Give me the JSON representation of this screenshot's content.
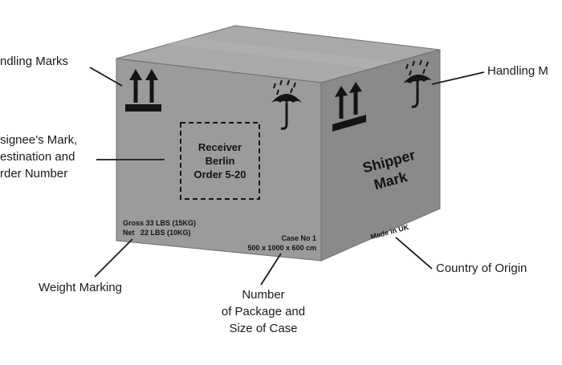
{
  "callouts": {
    "handling_left": "ndling Marks",
    "handling_right": "Handling M",
    "consignee": [
      "signee's Mark,",
      "estination and",
      "rder Number"
    ],
    "weight": "Weight Marking",
    "case_number": [
      "Number",
      "of Package and",
      "Size of Case"
    ],
    "origin": "Country of Origin"
  },
  "box": {
    "receiver": [
      "Receiver",
      "Berlin",
      "Order 5-20"
    ],
    "weight_lines": [
      "Gross 33 LBS (15KG)",
      "Net   22 LBS (10KG)"
    ],
    "case_lines": [
      "Case No 1",
      "500 x 1000 x 600 cm"
    ],
    "shipper": [
      "Shipper",
      "Mark"
    ],
    "origin": "Made in UK"
  },
  "icons": [
    "arrows-up-icon",
    "umbrella-rain-icon"
  ],
  "colors": {
    "box_front": "#9b9b9b",
    "box_side": "#8a8a8a",
    "box_top": "#a9a9a9",
    "ink": "#141414",
    "line": "#1a1a1a"
  }
}
